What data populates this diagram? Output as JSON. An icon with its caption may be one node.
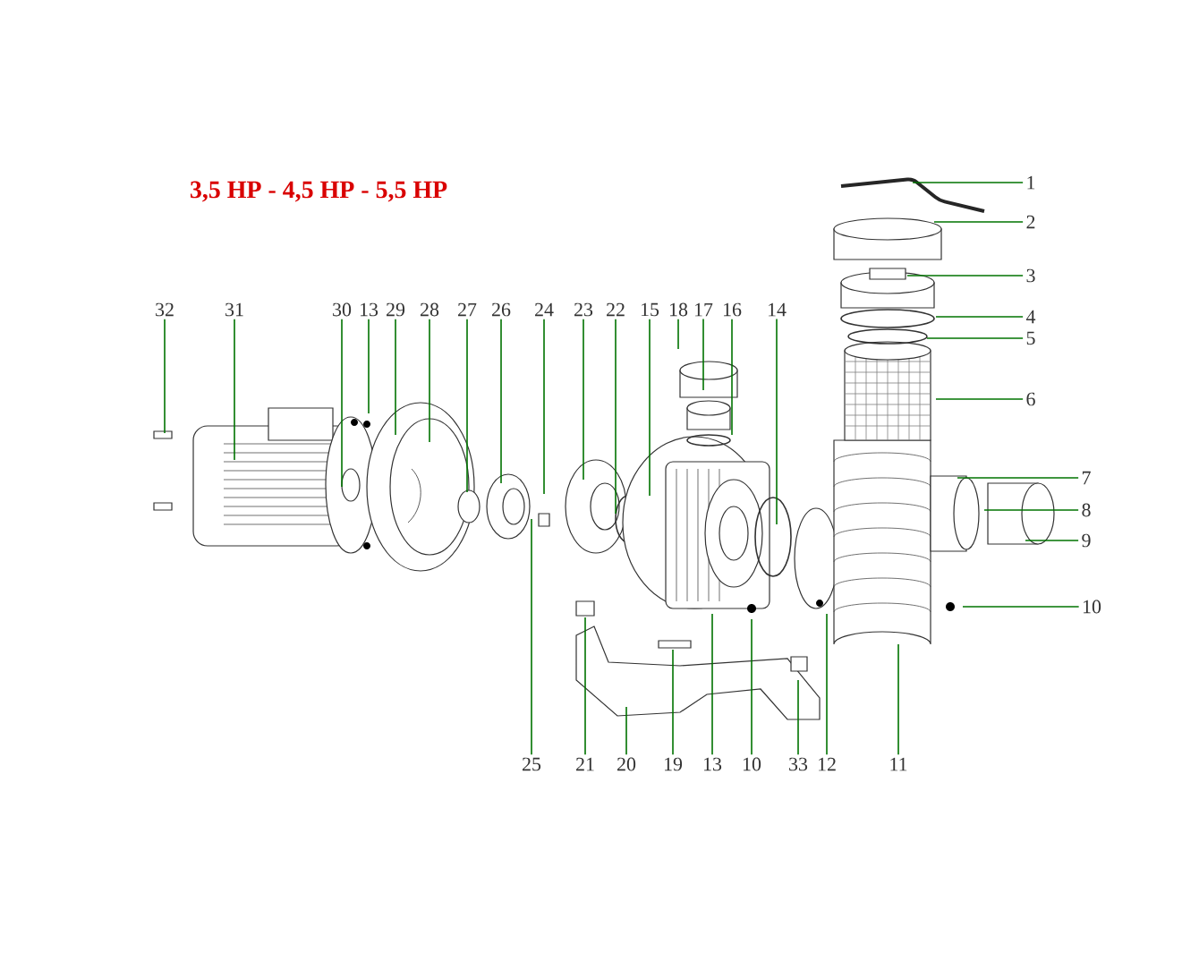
{
  "diagram": {
    "title": "3,5 HP - 4,5 HP - 5,5 HP",
    "nodes": [
      {
        "text": [
          "1"
        ]
      },
      {
        "text": [
          "2"
        ]
      },
      {
        "text": [
          "3"
        ]
      },
      {
        "text": [
          "4"
        ]
      },
      {
        "text": [
          "5"
        ]
      },
      {
        "text": [
          "6"
        ]
      },
      {
        "text": [
          "7"
        ]
      },
      {
        "text": [
          "8"
        ]
      },
      {
        "text": [
          "9"
        ]
      },
      {
        "text": [
          "10"
        ]
      },
      {
        "text": [
          "32"
        ]
      },
      {
        "text": [
          "31"
        ]
      },
      {
        "text": [
          "30"
        ]
      },
      {
        "text": [
          "13"
        ]
      },
      {
        "text": [
          "29"
        ]
      },
      {
        "text": [
          "28"
        ]
      },
      {
        "text": [
          "27"
        ]
      },
      {
        "text": [
          "26"
        ]
      },
      {
        "text": [
          "24"
        ]
      },
      {
        "text": [
          "23"
        ]
      },
      {
        "text": [
          "22"
        ]
      },
      {
        "text": [
          "15"
        ]
      },
      {
        "text": [
          "18"
        ]
      },
      {
        "text": [
          "17"
        ]
      },
      {
        "text": [
          "16"
        ]
      },
      {
        "text": [
          "14"
        ]
      },
      {
        "text": [
          "25"
        ]
      },
      {
        "text": [
          "21"
        ]
      },
      {
        "text": [
          "20"
        ]
      },
      {
        "text": [
          "19"
        ]
      },
      {
        "text": [
          "13"
        ]
      },
      {
        "text": [
          "10"
        ]
      },
      {
        "text": [
          "33"
        ]
      },
      {
        "text": [
          "12"
        ]
      },
      {
        "text": [
          "11"
        ]
      }
    ],
    "edges": [
      {
        "from": 0,
        "to": null,
        "arrow": "none"
      },
      {
        "from": 1,
        "to": null,
        "arrow": "none"
      },
      {
        "from": 2,
        "to": null,
        "arrow": "none"
      },
      {
        "from": 3,
        "to": null,
        "arrow": "none"
      },
      {
        "from": 4,
        "to": null,
        "arrow": "none"
      },
      {
        "from": 5,
        "to": null,
        "arrow": "none"
      },
      {
        "from": 6,
        "to": null,
        "arrow": "none"
      },
      {
        "from": 7,
        "to": null,
        "arrow": "none"
      },
      {
        "from": 8,
        "to": null,
        "arrow": "none"
      },
      {
        "from": 9,
        "to": null,
        "arrow": "none"
      },
      {
        "from": 10,
        "to": null,
        "arrow": "none"
      },
      {
        "from": 11,
        "to": null,
        "arrow": "none"
      },
      {
        "from": 12,
        "to": null,
        "arrow": "none"
      },
      {
        "from": 13,
        "to": null,
        "arrow": "none"
      },
      {
        "from": 14,
        "to": null,
        "arrow": "none"
      },
      {
        "from": 15,
        "to": null,
        "arrow": "none"
      },
      {
        "from": 16,
        "to": null,
        "arrow": "none"
      },
      {
        "from": 17,
        "to": null,
        "arrow": "none"
      },
      {
        "from": 18,
        "to": null,
        "arrow": "none"
      },
      {
        "from": 19,
        "to": null,
        "arrow": "none"
      },
      {
        "from": 20,
        "to": null,
        "arrow": "none"
      },
      {
        "from": 21,
        "to": null,
        "arrow": "none"
      },
      {
        "from": 22,
        "to": null,
        "arrow": "none"
      },
      {
        "from": 23,
        "to": null,
        "arrow": "none"
      },
      {
        "from": 24,
        "to": null,
        "arrow": "none"
      },
      {
        "from": 25,
        "to": null,
        "arrow": "none"
      },
      {
        "from": 26,
        "to": null,
        "arrow": "none"
      },
      {
        "from": 27,
        "to": null,
        "arrow": "none"
      },
      {
        "from": 28,
        "to": null,
        "arrow": "none"
      },
      {
        "from": 29,
        "to": null,
        "arrow": "none"
      },
      {
        "from": 30,
        "to": null,
        "arrow": "none"
      },
      {
        "from": 31,
        "to": null,
        "arrow": "none"
      },
      {
        "from": 32,
        "to": null,
        "arrow": "none"
      },
      {
        "from": 33,
        "to": null,
        "arrow": "none"
      },
      {
        "from": 34,
        "to": null,
        "arrow": "none"
      }
    ]
  }
}
